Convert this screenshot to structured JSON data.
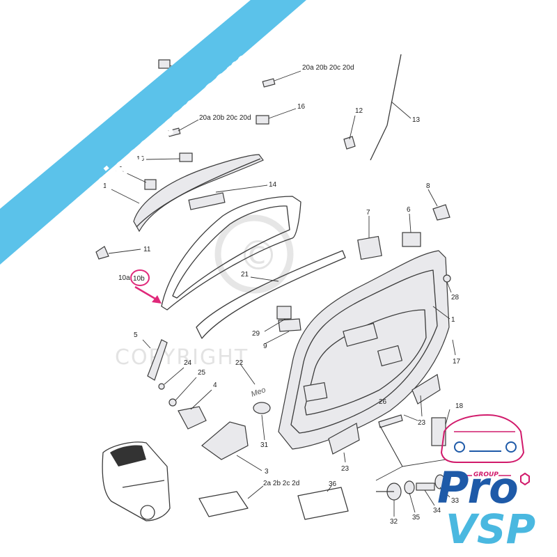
{
  "watermark": {
    "banner_text": "pro-piece-vsp.com",
    "copyright_text": "COPYRIGHT",
    "copyright_symbol": "©"
  },
  "logo": {
    "group": "GROUP",
    "pro": "Pro",
    "vsp": "VSP",
    "colors": {
      "pro": "#1e5aa8",
      "vsp": "#4ab8e0",
      "accent": "#d11a6b"
    }
  },
  "badge_text": "Meo",
  "highlight_color": "#e0287a",
  "banner_color": "#5bc2ea",
  "callouts": {
    "p16a": "16",
    "p20top": "20a  20b  20c  20d",
    "p16b": "16",
    "p12": "12",
    "p13": "13",
    "p20mid": "20a  20b  20c  20d",
    "p16c": "16",
    "p27": "27",
    "p15": "15",
    "p14": "14",
    "p8": "8",
    "p7": "7",
    "p6": "6",
    "p11": "11",
    "p10a": "10a",
    "p10b": "10b",
    "p21": "21",
    "p28": "28",
    "p1": "1",
    "p29": "29",
    "p9": "9",
    "p5": "5",
    "p24": "24",
    "p22": "22",
    "p17": "17",
    "p25": "25",
    "p4": "4",
    "p26": "26",
    "p18": "18",
    "p23a": "23",
    "p31": "31",
    "p23b": "23",
    "p3": "3",
    "p2": "2a  2b 2c 2d",
    "p36": "36",
    "p33": "33",
    "p34": "34",
    "p32": "32",
    "p35": "35"
  }
}
